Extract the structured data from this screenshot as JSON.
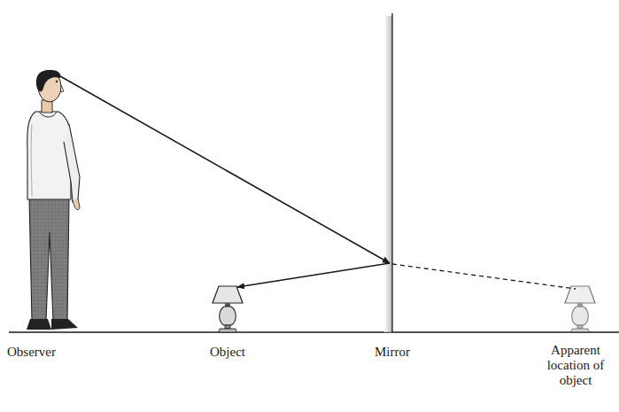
{
  "diagram": {
    "labels": [
      "Observer",
      "Object",
      "Mirror",
      "Apparent location of object"
    ]
  }
}
